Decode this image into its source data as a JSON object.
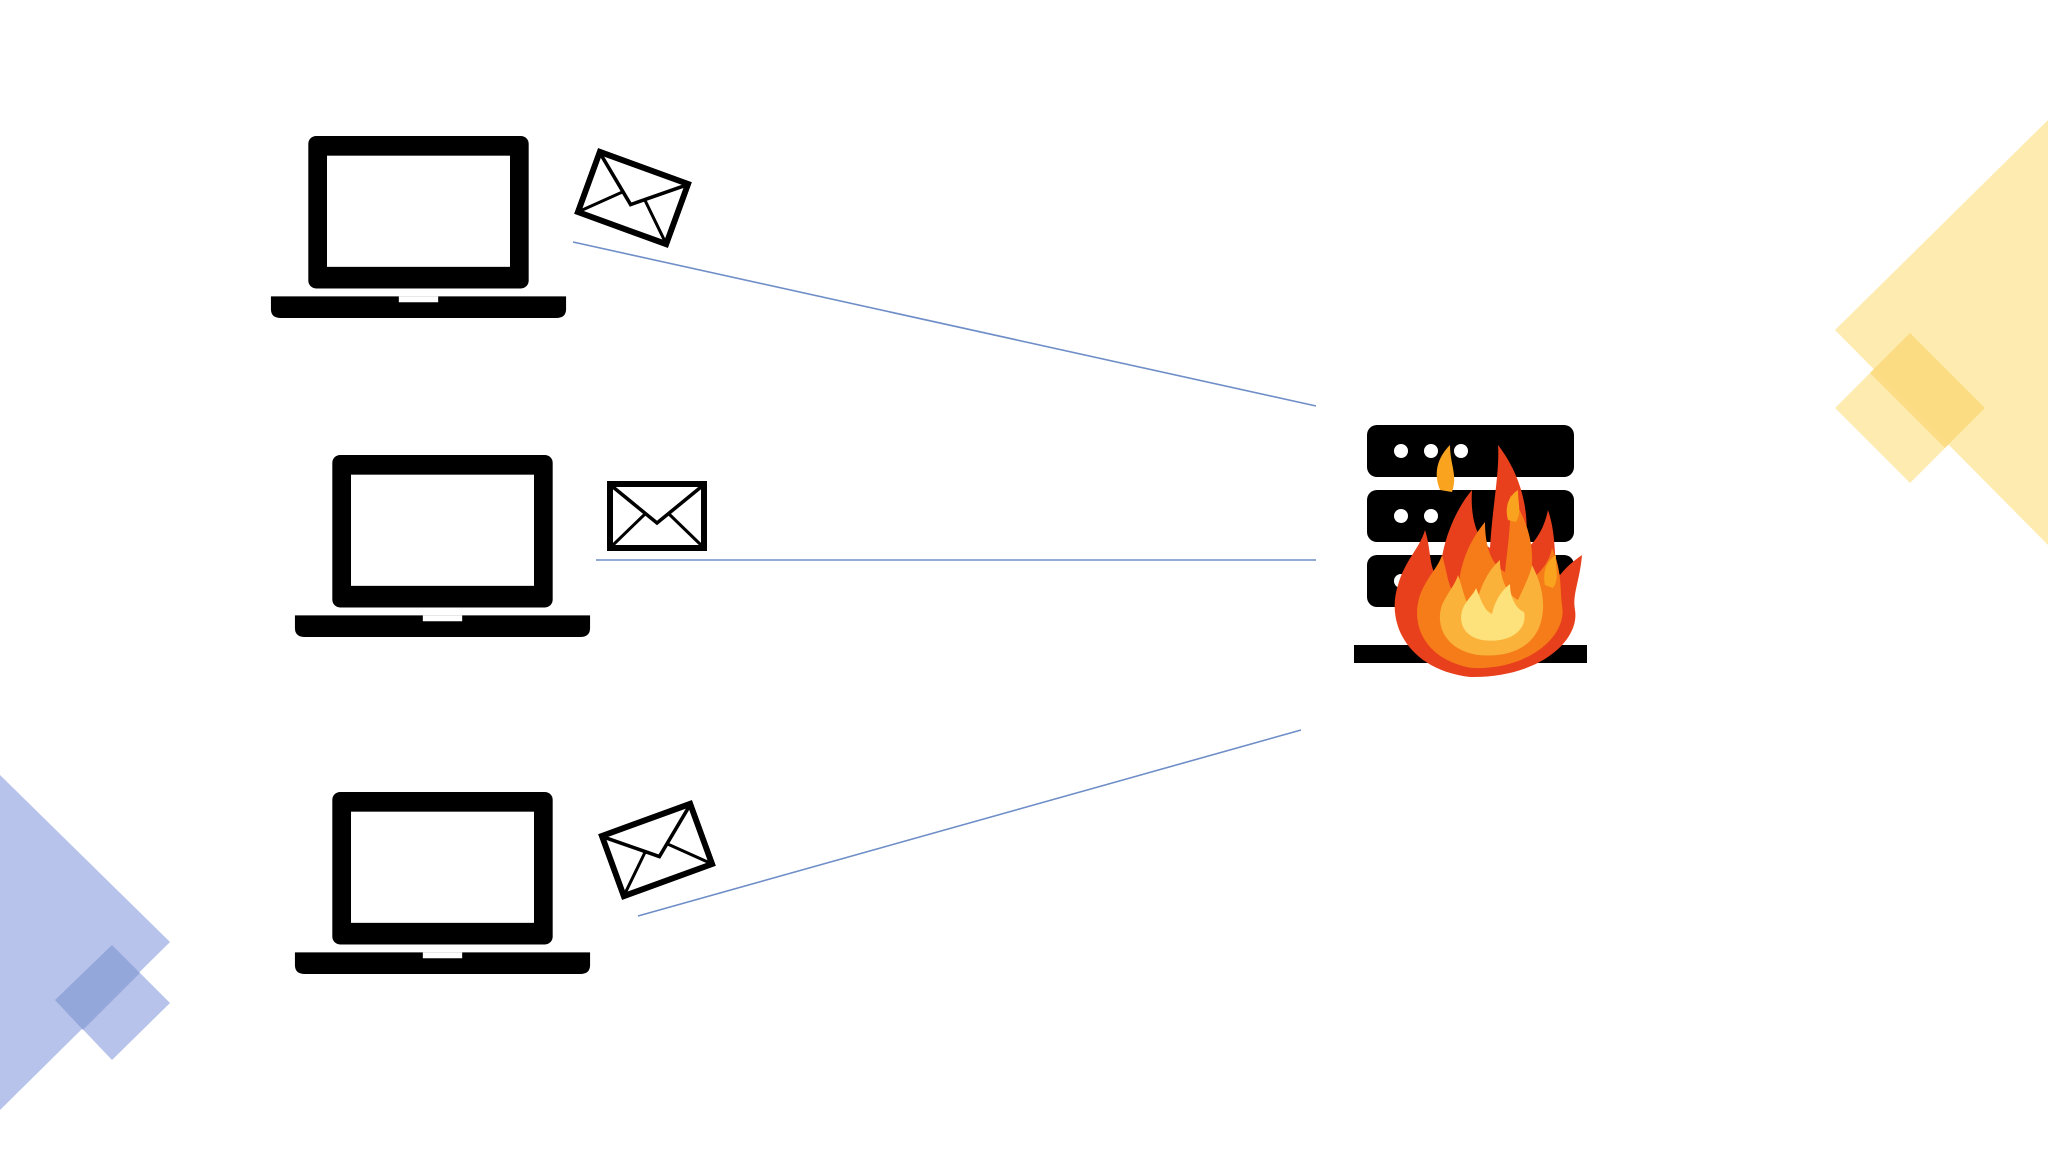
{
  "colors": {
    "background": "#ffffff",
    "icon_fill": "#000000",
    "connector_line": "#6f8ec8",
    "deco_blue": "#aab8e6",
    "deco_blue_dark": "#8ea3d8",
    "deco_yellow": "#fde8a2",
    "deco_yellow_dark": "#fbd877",
    "flame_outer": "#e8401c",
    "flame_mid": "#f57c18",
    "flame_inner": "#fbb23a",
    "flame_core": "#fde17a"
  },
  "diagram": {
    "clients": [
      {
        "id": "client-1",
        "icon": "laptop-icon",
        "message_icon": "envelope-icon",
        "message_tilt": "tilted-clockwise"
      },
      {
        "id": "client-2",
        "icon": "laptop-icon",
        "message_icon": "envelope-icon",
        "message_tilt": "upright"
      },
      {
        "id": "client-3",
        "icon": "laptop-icon",
        "message_icon": "envelope-icon",
        "message_tilt": "tilted-counterclockwise"
      }
    ],
    "server": {
      "icon": "server-rack-icon",
      "status_icon": "fire-icon",
      "rack_units": 3
    },
    "connections": [
      {
        "from": "client-1",
        "to": "server"
      },
      {
        "from": "client-2",
        "to": "server"
      },
      {
        "from": "client-3",
        "to": "server"
      }
    ],
    "decorations": [
      "blue-diamonds-bottom-left",
      "yellow-diamonds-top-right"
    ]
  }
}
